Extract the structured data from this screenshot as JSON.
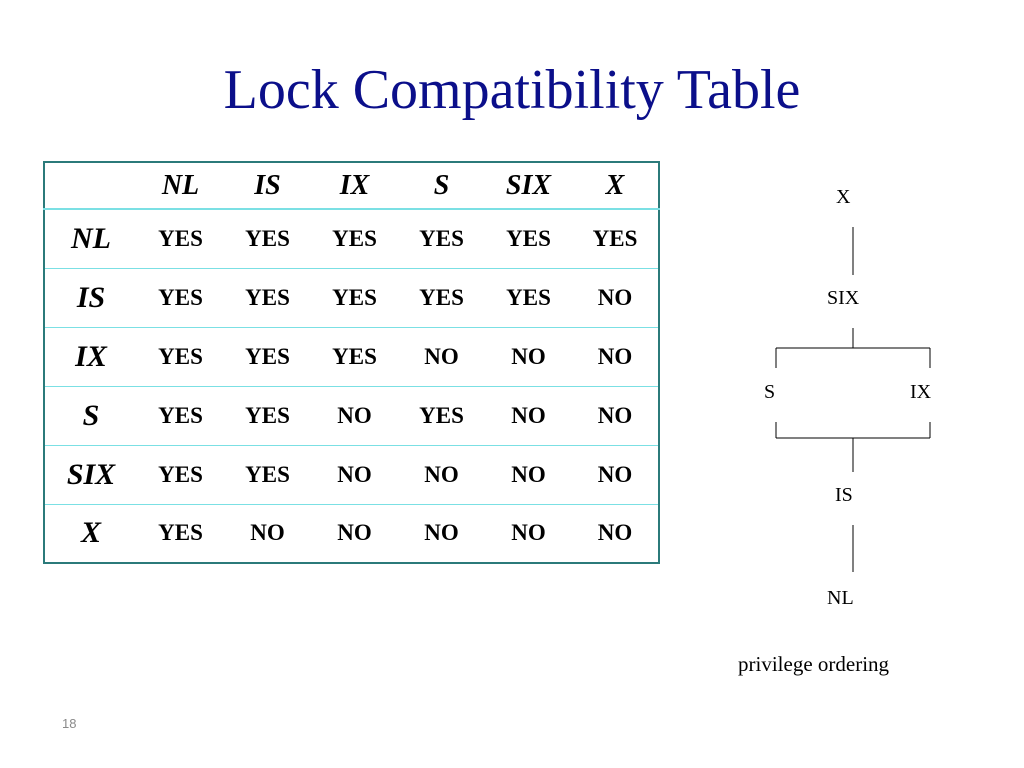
{
  "slide": {
    "title": "Lock Compatibility Table",
    "page_number": "18"
  },
  "table": {
    "columns": [
      "NL",
      "IS",
      "IX",
      "S",
      "SIX",
      "X"
    ],
    "rows": [
      {
        "label": "NL",
        "cells": [
          "YES",
          "YES",
          "YES",
          "YES",
          "YES",
          "YES"
        ]
      },
      {
        "label": "IS",
        "cells": [
          "YES",
          "YES",
          "YES",
          "YES",
          "YES",
          "NO"
        ]
      },
      {
        "label": "IX",
        "cells": [
          "YES",
          "YES",
          "YES",
          "NO",
          "NO",
          "NO"
        ]
      },
      {
        "label": "S",
        "cells": [
          "YES",
          "YES",
          "NO",
          "YES",
          "NO",
          "NO"
        ]
      },
      {
        "label": "SIX",
        "cells": [
          "YES",
          "YES",
          "NO",
          "NO",
          "NO",
          "NO"
        ]
      },
      {
        "label": "X",
        "cells": [
          "YES",
          "NO",
          "NO",
          "NO",
          "NO",
          "NO"
        ]
      }
    ]
  },
  "diagram": {
    "nodes": {
      "x": "X",
      "six": "SIX",
      "s": "S",
      "ix": "IX",
      "is": "IS",
      "nl": "NL"
    },
    "caption": "privilege ordering"
  }
}
